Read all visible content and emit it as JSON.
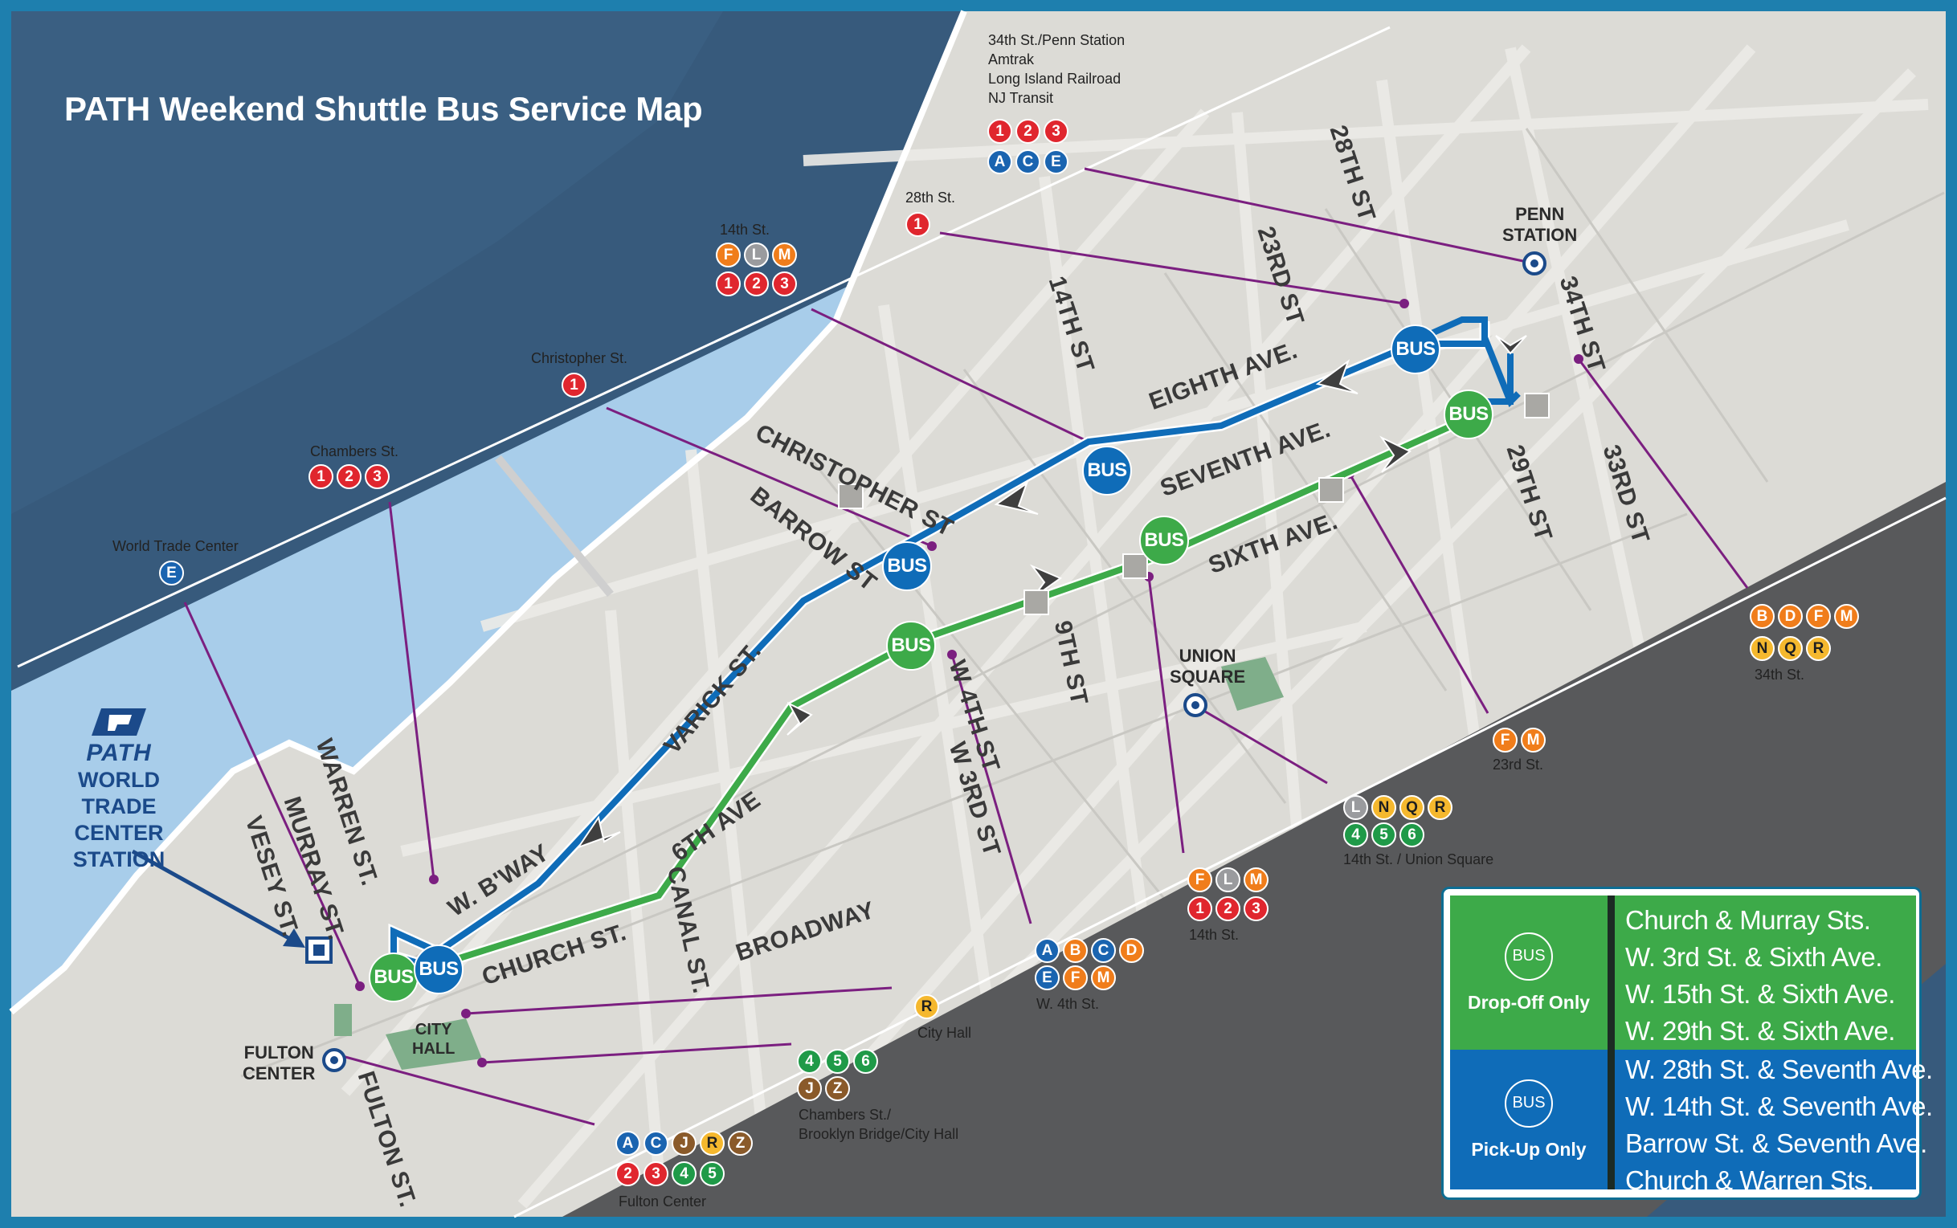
{
  "title": "PATH Weekend Shuttle Bus Service Map",
  "colors": {
    "frame": "#1e7fae",
    "water_dark": "#375a7c",
    "water_light": "#a8cdea",
    "land": "#dcdbd6",
    "land_dark": "#58595b",
    "route_green": "#3daa49",
    "route_blue": "#0f6cb8",
    "connector": "#7b1f80"
  },
  "line_colors": {
    "1": "#e0262e",
    "2": "#e0262e",
    "3": "#e0262e",
    "A": "#1a64b0",
    "C": "#1a64b0",
    "E": "#1a64b0",
    "B": "#f07d1b",
    "D": "#f07d1b",
    "F": "#f07d1b",
    "M": "#f07d1b",
    "N": "#f5b82e",
    "Q": "#f5b82e",
    "R": "#f5b82e",
    "L": "#9a9b9e",
    "4": "#1f9a48",
    "5": "#1f9a48",
    "6": "#1f9a48",
    "J": "#8a5a2a",
    "Z": "#8a5a2a"
  },
  "dark_text_lines": [
    "N",
    "Q",
    "R"
  ],
  "subway_stations": [
    {
      "name_lines": [
        "34th St./Penn Station",
        "Amtrak",
        "Long Island Railroad",
        "NJ Transit"
      ],
      "rows": [
        [
          "1",
          "2",
          "3"
        ],
        [
          "A",
          "C",
          "E"
        ]
      ]
    },
    {
      "name_lines": [
        "28th St."
      ],
      "rows": [
        [
          "1"
        ]
      ]
    },
    {
      "name_lines": [
        "14th St."
      ],
      "rows": [
        [
          "F",
          "L",
          "M"
        ],
        [
          "1",
          "2",
          "3"
        ]
      ]
    },
    {
      "name_lines": [
        "Christopher St."
      ],
      "rows": [
        [
          "1"
        ]
      ]
    },
    {
      "name_lines": [
        "Chambers St."
      ],
      "rows": [
        [
          "1",
          "2",
          "3"
        ]
      ]
    },
    {
      "name_lines": [
        "World Trade Center"
      ],
      "rows": [
        [
          "E"
        ]
      ]
    },
    {
      "name_lines": [
        "34th St."
      ],
      "rows": [
        [
          "B",
          "D",
          "F",
          "M"
        ],
        [
          "N",
          "Q",
          "R"
        ]
      ]
    },
    {
      "name_lines": [
        "23rd St."
      ],
      "rows": [
        [
          "F",
          "M"
        ]
      ]
    },
    {
      "name_lines": [
        "14th St. / Union Square"
      ],
      "rows": [
        [
          "L",
          "N",
          "Q",
          "R"
        ],
        [
          "4",
          "5",
          "6"
        ]
      ]
    },
    {
      "name_lines": [
        "14th St."
      ],
      "rows": [
        [
          "F",
          "L",
          "M"
        ],
        [
          "1",
          "2",
          "3"
        ]
      ]
    },
    {
      "name_lines": [
        "W. 4th St."
      ],
      "rows": [
        [
          "A",
          "B",
          "C",
          "D"
        ],
        [
          "E",
          "F",
          "M"
        ]
      ]
    },
    {
      "name_lines": [
        "City Hall"
      ],
      "rows": [
        [
          "R"
        ]
      ]
    },
    {
      "name_lines": [
        "Chambers St./",
        "Brooklyn Bridge/City Hall"
      ],
      "rows": [
        [
          "4",
          "5",
          "6"
        ],
        [
          "J",
          "Z"
        ]
      ]
    },
    {
      "name_lines": [
        "Fulton Center"
      ],
      "rows": [
        [
          "A",
          "C",
          "J",
          "R",
          "Z"
        ],
        [
          "2",
          "3",
          "4",
          "5"
        ]
      ]
    }
  ],
  "streets": [
    "28TH ST",
    "23RD ST",
    "34TH ST",
    "14TH ST",
    "EIGHTH AVE.",
    "SEVENTH AVE.",
    "CHRISTOPHER ST",
    "BARROW ST",
    "29TH ST",
    "33RD ST",
    "SIXTH AVE.",
    "9TH ST",
    "VARICK ST.",
    "W 4TH ST",
    "W 3RD ST",
    "WARREN ST.",
    "MURRAY ST.",
    "VESEY ST.",
    "W. B'WAY",
    "6TH AVE",
    "CHURCH ST.",
    "CANAL ST.",
    "BROADWAY",
    "FULTON ST."
  ],
  "places": {
    "penn_station": [
      "PENN",
      "STATION"
    ],
    "union_square": [
      "UNION",
      "SQUARE"
    ],
    "city_hall": [
      "CITY",
      "HALL"
    ],
    "fulton_center": [
      "FULTON",
      "CENTER"
    ]
  },
  "path_logo": {
    "word": "PATH",
    "lines": [
      "WORLD TRADE",
      "CENTER",
      "STATION"
    ]
  },
  "bus_label": "BUS",
  "legend": {
    "dropoff": {
      "icon_label": "BUS",
      "caption": "Drop-Off Only",
      "stops": [
        "Church & Murray Sts.",
        "W. 3rd St. & Sixth Ave.",
        "W. 15th St. & Sixth Ave.",
        "W. 29th St. & Sixth Ave."
      ]
    },
    "pickup": {
      "icon_label": "BUS",
      "caption": "Pick-Up Only",
      "stops": [
        "W. 28th St. & Seventh Ave.",
        "W. 14th St. & Seventh Ave.",
        "Barrow St. & Seventh Ave.",
        "Church & Warren Sts."
      ]
    }
  }
}
